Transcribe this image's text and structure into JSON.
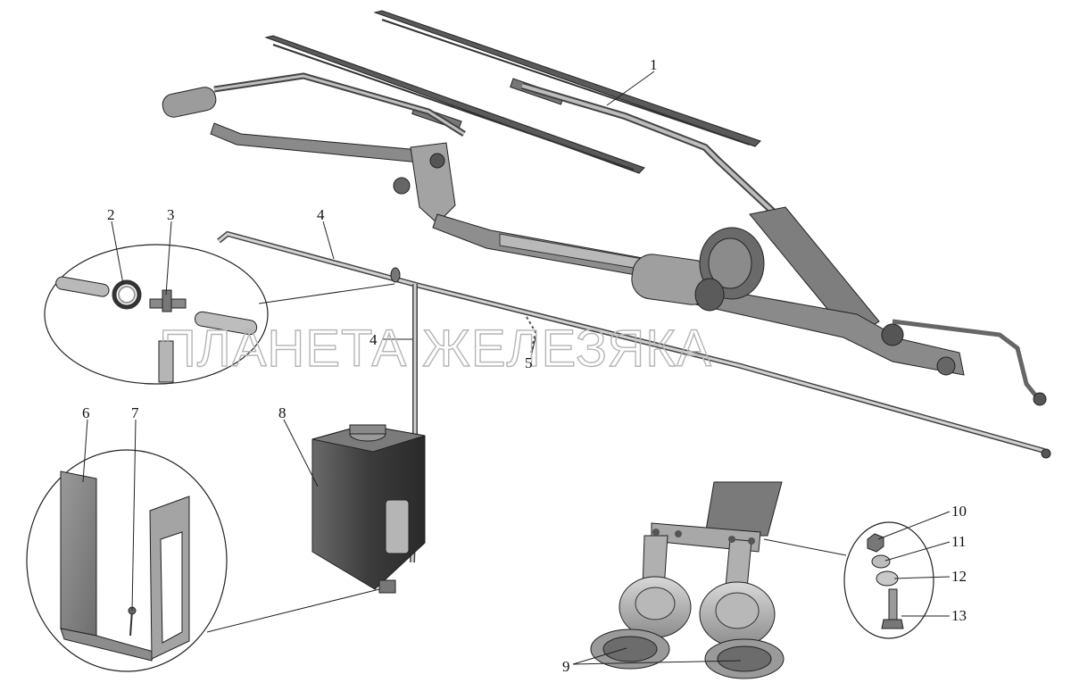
{
  "watermark": "ПЛАНЕТА ЖЕЛЕЗЯКА",
  "callouts": {
    "c1": "1",
    "c2": "2",
    "c3": "3",
    "c4a": "4",
    "c4b": "4",
    "c5": "5",
    "c6": "6",
    "c7": "7",
    "c8": "8",
    "c9": "9",
    "c10": "10",
    "c11": "11",
    "c12": "12",
    "c13": "13"
  },
  "colors": {
    "metal_dark": "#555555",
    "metal_mid": "#8a8a8a",
    "metal_light": "#c8c8c8",
    "outline": "#222222"
  }
}
